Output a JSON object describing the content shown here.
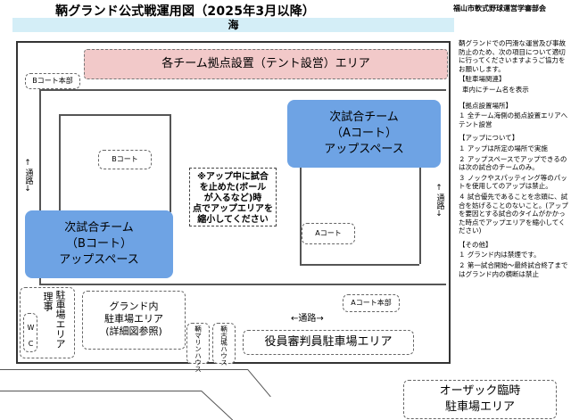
{
  "title": "鞆グランド公式戦運用図（2025年3月以降）",
  "org": "福山市軟式野球運営学審部会",
  "sea_label": "海",
  "tent_area": "各チーム拠点設置（テント設営）エリア",
  "courts": {
    "b_court_hq": "Bコート本部",
    "b_court": "Bコート",
    "a_court": "Aコート",
    "a_court_hq": "Aコート本部"
  },
  "passage": {
    "left_arrow_up": "↑",
    "left_label": "通路",
    "left_arrow_down": "↓",
    "right_arrow_up": "↑",
    "right_label": "通路",
    "right_arrow_down": "↓",
    "bottom": "←通路→"
  },
  "warmup_a": {
    "line1": "次試合チーム",
    "line2": "（Aコート）",
    "line3": "アップスペース"
  },
  "warmup_b": {
    "line1": "次試合チーム",
    "line2": "（Bコート）",
    "line3": "アップスペース"
  },
  "notice": {
    "line1": "※アップ中に試合",
    "line2": "を止めた(ボール",
    "line3": "が入るなど)時",
    "line4": "点でアップエリアを",
    "line5": "縮小してください"
  },
  "parking_left": {
    "col1": "駐車場エリア",
    "col2": "理事",
    "wc": "W C"
  },
  "ground_parking": {
    "line1": "グランド内",
    "line2": "駐車場エリア",
    "line3": "(詳細図参照)"
  },
  "house1": "鞆マリンハウス",
  "house2": "鞆古城ハウス",
  "officials_parking": "役員審判員駐車場エリア",
  "ozack": {
    "line1": "オーザック臨時",
    "line2": "駐車場エリア"
  },
  "side_notes": {
    "intro": "鞆グランドでの円滑な運営及び事故防止のため、次の項目について適切に行ってくださいますようご協力をお願いします。",
    "parking_header": "【駐車場関連】",
    "parking_1": "車内にチーム名を表示",
    "camp_header": "【拠点設置場所】",
    "camp_1": "１ 全チーム海側の拠点設置エリアへテント設営",
    "warmup_header": "【アップについて】",
    "warmup_1": "１ アップは所定の場所で実施",
    "warmup_2": "２ アップスペースでアップできるのは次の試合のチームのみ。",
    "warmup_3": "３ ノックやスパッティング等のパットを使用してのアップは禁止。",
    "warmup_4": "４ 試合優先であることを念頭に、試合を妨げることのないこと。(アップを要因とする試合のタイムがかかった時点でアップエリアを縮小してください)",
    "other_header": "【その他】",
    "other_1": "１ グランド内は禁煙です。",
    "other_2": "２ 第一試合開始～最終試合終了まではグランド内の横断は禁止"
  }
}
